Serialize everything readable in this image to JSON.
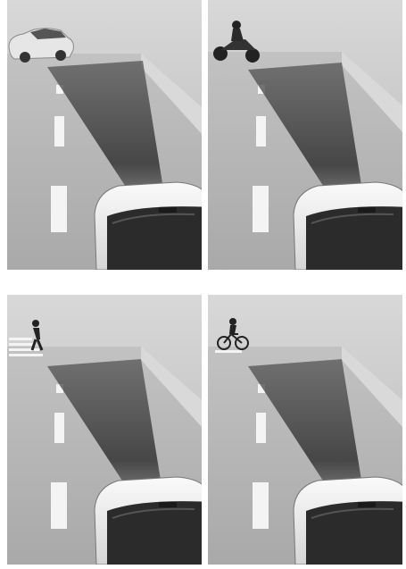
{
  "panels": [
    {
      "id": "p1",
      "target": "car-icon"
    },
    {
      "id": "p2",
      "target": "motorcycle-icon"
    },
    {
      "id": "p3",
      "target": "pedestrian-icon"
    },
    {
      "id": "p4",
      "target": "bicycle-icon"
    }
  ],
  "colors": {
    "sky": "#c9c9c9",
    "road": "#b4b4b4",
    "sensor_beam": "#3a3a3a",
    "lane_marking": "#f4f4f4",
    "vehicle_body": "#efefef",
    "vehicle_dark": "#2b2b2b"
  }
}
